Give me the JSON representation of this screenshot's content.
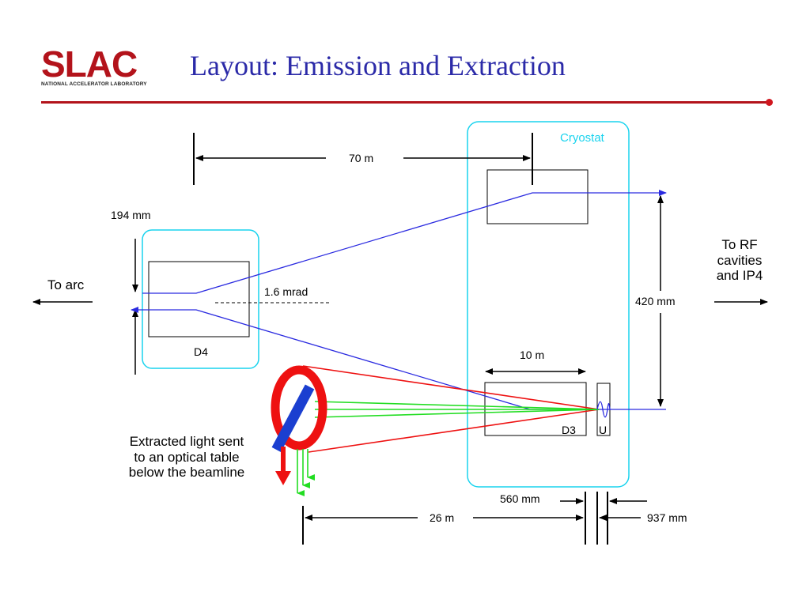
{
  "header": {
    "logo_text": "SLAC",
    "logo_subtitle": "NATIONAL ACCELERATOR LABORATORY",
    "title": "Layout: Emission and Extraction"
  },
  "labels": {
    "cryostat": "Cryostat",
    "dist_70m": "70 m",
    "dist_194mm": "194 mm",
    "to_arc": "To arc",
    "angle_1_6mrad": "1.6 mrad",
    "magnet_d4": "D4",
    "to_rf_line1": "To RF",
    "to_rf_line2": "cavities",
    "to_rf_line3": "and IP4",
    "dist_420mm": "420 mm",
    "dist_10m": "10 m",
    "magnet_d3": "D3",
    "undulator_u": "U",
    "extracted_line1": "Extracted light sent",
    "extracted_line2": "to an optical table",
    "extracted_line3": "below the beamline",
    "dist_560mm": "560 mm",
    "dist_26m": "26 m",
    "dist_937mm": "937 mm"
  },
  "colors": {
    "title": "#2b2aa8",
    "brand_red": "#b3131b",
    "beam_blue": "#2a2ae0",
    "light_green": "#22dd22",
    "light_red": "#ee1111",
    "cryostat_cyan": "#19d3ee",
    "mirror_blue": "#1b3fd0"
  }
}
